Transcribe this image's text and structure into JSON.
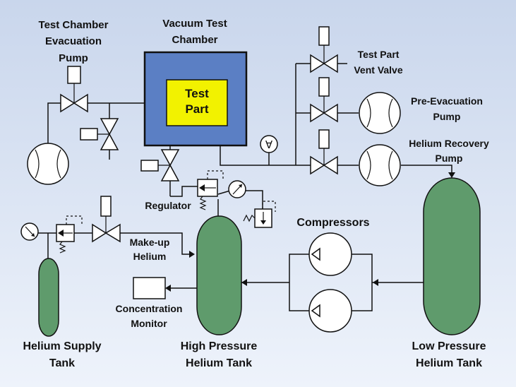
{
  "labels": {
    "evac_pump": [
      "Test Chamber",
      "Evacuation",
      "Pump"
    ],
    "chamber": [
      "Vacuum Test",
      "Chamber"
    ],
    "test_part": [
      "Test",
      "Part"
    ],
    "vent_valve": [
      "Test Part",
      "Vent Valve"
    ],
    "pre_evac_pump": [
      "Pre-Evacuation",
      "Pump"
    ],
    "recovery_pump": [
      "Helium Recovery",
      "Pump"
    ],
    "regulator": "Regulator",
    "compressors": "Compressors",
    "makeup": [
      "Make-up",
      "Helium"
    ],
    "conc_monitor": [
      "Concentration",
      "Monitor"
    ],
    "supply_tank": [
      "Helium Supply",
      "Tank"
    ],
    "hp_tank": [
      "High Pressure",
      "Helium Tank"
    ],
    "lp_tank": [
      "Low Pressure",
      "Helium Tank"
    ],
    "vacuum_gauge_symbol": "∀"
  },
  "colors": {
    "background_top": "#c9d6ec",
    "background_bottom": "#eef3fb",
    "chamber_fill": "#5b7fc4",
    "test_part_fill": "#f2f200",
    "tank_fill": "#5f9b6c"
  }
}
